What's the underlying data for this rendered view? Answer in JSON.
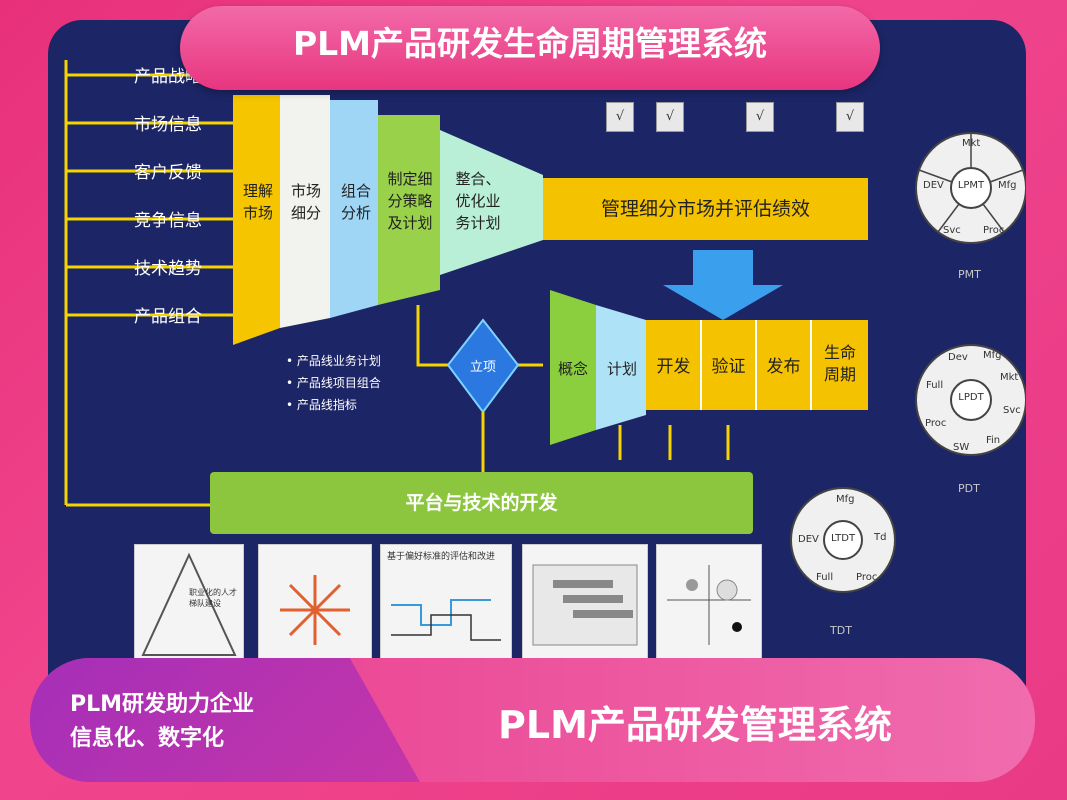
{
  "page_title": "PLM产品研发生命周期管理系统",
  "left_inputs": [
    "产品战略",
    "市场信息",
    "客户反馈",
    "竞争信息",
    "技术趋势",
    "产品组合"
  ],
  "funnel_stages": [
    "理解市场",
    "市场细分",
    "组合分析",
    "制定细分策略及计划",
    "整合、优化业务计划"
  ],
  "manage_bar": "管理细分市场并评估绩效",
  "decision": "立项",
  "dev_stages": [
    "概念",
    "计划",
    "开发",
    "验证",
    "发布",
    "生命周期"
  ],
  "bullets": [
    "产品线业务计划",
    "产品线项目组合",
    "产品线指标"
  ],
  "platform": "平台与技术的开发",
  "checks": [
    "√",
    "√",
    "√",
    "√"
  ],
  "circle_pmt": {
    "center": "LPMT",
    "segments": [
      "Mkt",
      "Mfg",
      "Proc",
      "Svc",
      "DEV"
    ],
    "caption": "PMT"
  },
  "circle_pdt": {
    "center": "LPDT",
    "segments": [
      "Mfg",
      "Mkt",
      "Svc",
      "Fin",
      "SW",
      "Proc",
      "Full",
      "Dev"
    ],
    "caption": "PDT"
  },
  "circle_tdt": {
    "center": "LTDT",
    "segments": [
      "Mfg",
      "Td",
      "Proc",
      "Full",
      "DEV"
    ],
    "caption": "TDT"
  },
  "thumbs": [
    "职业化的人才梯队建设",
    "基于偏好标准的评估和改进"
  ],
  "bottom_left": [
    "PLM研发助力企业",
    "信息化、数字化"
  ],
  "bottom_right": "PLM产品研发管理系统"
}
